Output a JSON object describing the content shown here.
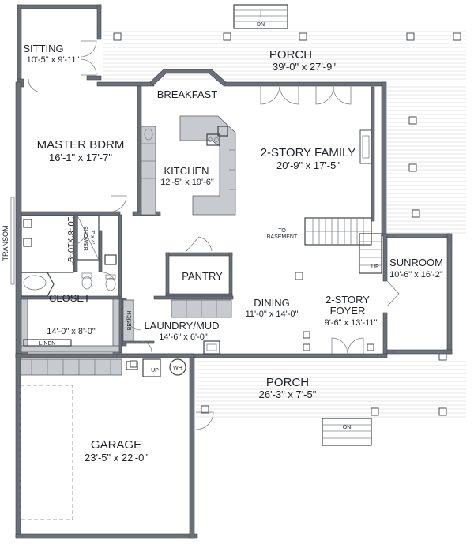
{
  "rooms": {
    "sitting": {
      "name": "SITTING",
      "dims": "10'-5\" x 9'-11\""
    },
    "porch_top": {
      "name": "PORCH",
      "dims": "39'-0\" x 27'-9\""
    },
    "breakfast": {
      "name": "BREAKFAST"
    },
    "master": {
      "name": "MASTER BDRM",
      "dims": "16'-1\" x 17'-7\""
    },
    "family": {
      "name": "2-STORY FAMILY",
      "dims": "20'-9\" x 17'-5\""
    },
    "kitchen": {
      "name": "KITCHEN",
      "dims": "12'-5\" x 19'-6\""
    },
    "bath": {
      "dims": "10'-8\"x10'-9\""
    },
    "shower": {
      "line1": "7' x 4'",
      "line2": "SHOWER"
    },
    "pantry": {
      "name": "PANTRY"
    },
    "sunroom": {
      "name": "SUNROOM",
      "dims": "10'-6\" x 16'-2\""
    },
    "closet": {
      "name": "CLOSET",
      "dims": "14'-0\" x 8'-0\""
    },
    "dining": {
      "name": "DINING",
      "dims": "11'-0\" x 14'-0\""
    },
    "foyer": {
      "name": "2-STORY",
      "name2": "FOYER",
      "dims": "9'-6\" x 13'-11\""
    },
    "laundry": {
      "name": "LAUNDRY/MUD",
      "dims": "14'-6\" x 6'-0\""
    },
    "porch_bottom": {
      "name": "PORCH",
      "dims": "26'-3\" x 7'-5\""
    },
    "garage": {
      "name": "GARAGE",
      "dims": "23'-5\" x 22'-0\""
    }
  },
  "labels": {
    "transom": "TRANSOM",
    "to_basement_1": "TO",
    "to_basement_2": "BASEMENT",
    "bench": "BENCH",
    "linen": "LINEN",
    "up": "UP",
    "dn": "DN",
    "on": "ON",
    "wh": "WH"
  }
}
